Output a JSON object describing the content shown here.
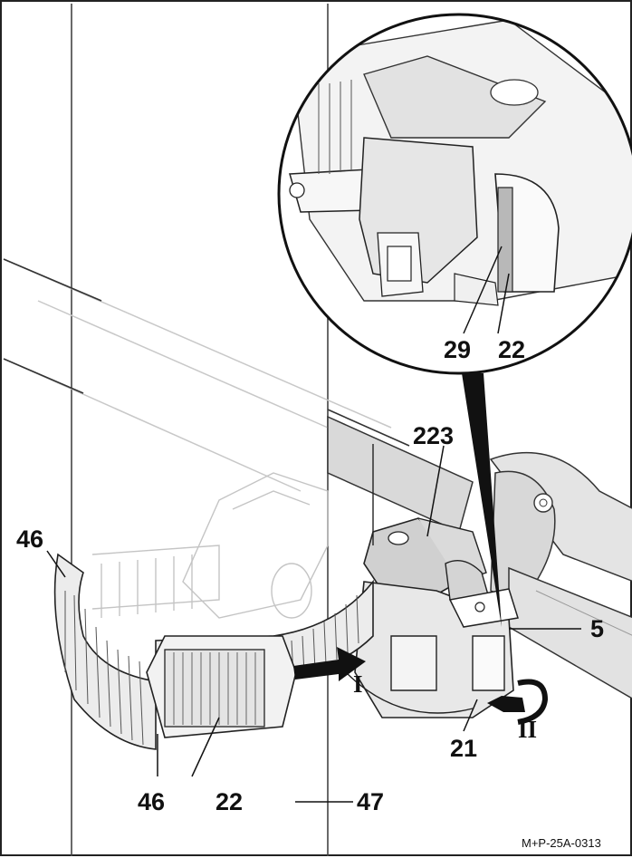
{
  "figure": {
    "code": "M+P-25A-0313",
    "callouts": {
      "c29": "29",
      "c22_inset": "22",
      "c223": "223",
      "c46_top": "46",
      "c5": "5",
      "c_I": "I",
      "c_II": "II",
      "c21": "21",
      "c46_bottom": "46",
      "c22_bottom": "22",
      "c47": "47"
    }
  }
}
